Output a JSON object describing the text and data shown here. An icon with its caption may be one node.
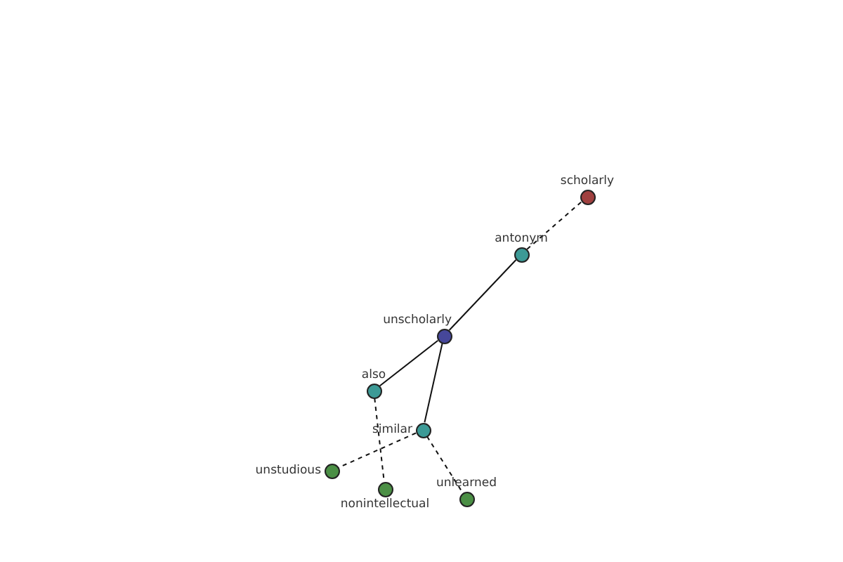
{
  "diagram": {
    "nodes": [
      {
        "text": [
          "scholarly"
        ]
      },
      {
        "text": [
          "antonym"
        ]
      },
      {
        "text": [
          "unscholarly"
        ]
      },
      {
        "text": [
          "also"
        ]
      },
      {
        "text": [
          "similar"
        ]
      },
      {
        "text": [
          "unstudious"
        ]
      },
      {
        "text": [
          "nonintellectual"
        ]
      },
      {
        "text": [
          "unlearned"
        ]
      }
    ],
    "edges": [
      {
        "from": 2,
        "to": 1,
        "arrow": "none"
      },
      {
        "from": 1,
        "to": 0,
        "arrow": "none",
        "style": "dashed"
      },
      {
        "from": 2,
        "to": 3,
        "arrow": "none"
      },
      {
        "from": 2,
        "to": 4,
        "arrow": "none"
      },
      {
        "from": 3,
        "to": 6,
        "arrow": "none",
        "style": "dashed"
      },
      {
        "from": 4,
        "to": 5,
        "arrow": "none",
        "style": "dashed"
      },
      {
        "from": 4,
        "to": 7,
        "arrow": "none",
        "style": "dashed"
      }
    ]
  }
}
